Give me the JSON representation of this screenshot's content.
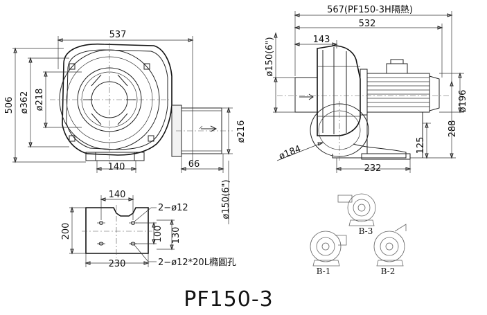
{
  "model": "PF150-3",
  "front_view": {
    "width": "537",
    "height": "506",
    "outer_dia": "ø362",
    "inner_dia": "ø218",
    "outlet_dia": "ø216",
    "base_width": "140",
    "outlet_offset": "66",
    "outlet_size": "ø150(6\")"
  },
  "side_view": {
    "overall_length": "567(PF150-3H隔熱)",
    "length": "532",
    "inlet_offset": "143",
    "inlet_size": "ø150(6\")",
    "motor_dia": "ø196",
    "height": "288",
    "center_height": "125",
    "base_length": "232",
    "volute_dia": "ø184"
  },
  "base_plate": {
    "width_top": "140",
    "width_bottom": "230",
    "height": "200",
    "hole_spacing_v": "100",
    "hole_spacing_v2": "130",
    "holes": "2−ø12",
    "slots": "2−ø12*20L橢圓孔"
  },
  "orientations": {
    "b3": "B-3",
    "b1": "B-1",
    "b2": "B-2"
  }
}
